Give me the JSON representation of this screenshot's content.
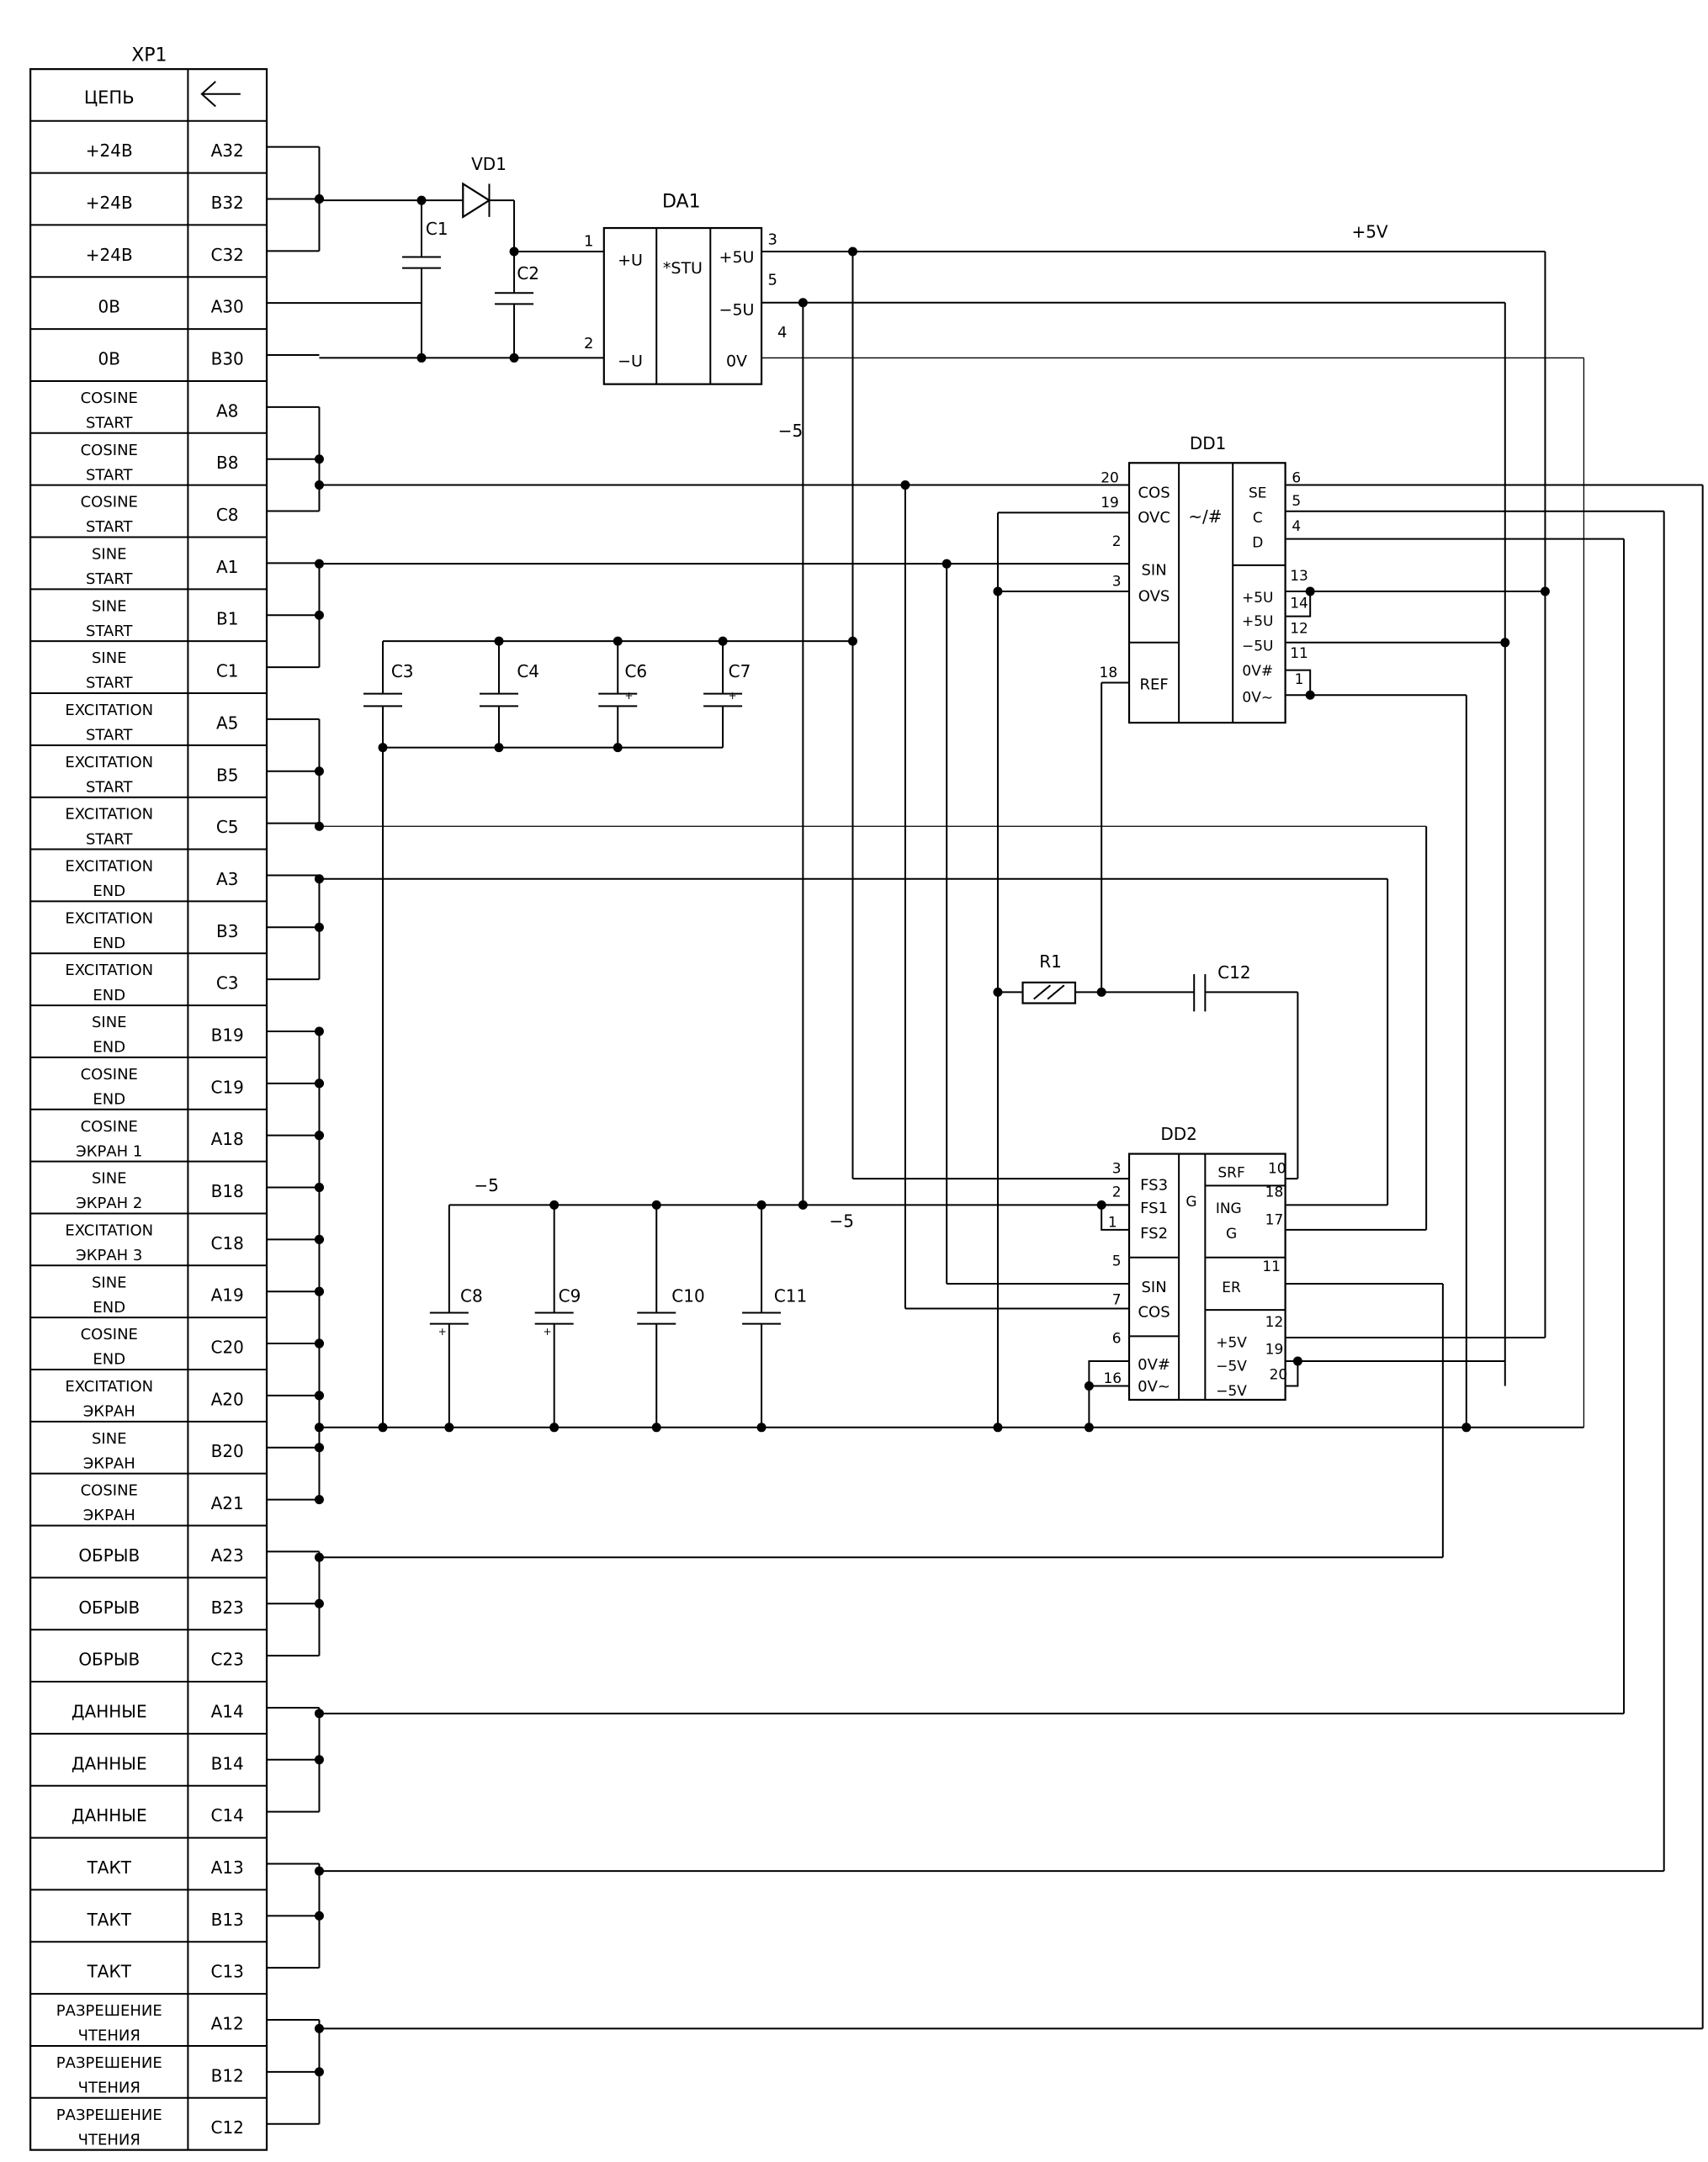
{
  "connector": {
    "name": "XP1",
    "header_circuit": "ЦЕПЬ",
    "rows": [
      [
        "+24В",
        "A32"
      ],
      [
        "+24В",
        "B32"
      ],
      [
        "+24В",
        "C32"
      ],
      [
        "0В",
        "A30"
      ],
      [
        "0В",
        "B30"
      ],
      [
        "COSINE|START",
        "A8"
      ],
      [
        "COSINE|START",
        "B8"
      ],
      [
        "COSINE|START",
        "C8"
      ],
      [
        "SINE|START",
        "A1"
      ],
      [
        "SINE|START",
        "B1"
      ],
      [
        "SINE|START",
        "C1"
      ],
      [
        "EXCITATION|START",
        "A5"
      ],
      [
        "EXCITATION|START",
        "B5"
      ],
      [
        "EXCITATION|START",
        "C5"
      ],
      [
        "EXCITATION|END",
        "A3"
      ],
      [
        "EXCITATION|END",
        "B3"
      ],
      [
        "EXCITATION|END",
        "C3"
      ],
      [
        "SINE|END",
        "B19"
      ],
      [
        "COSINE|END",
        "C19"
      ],
      [
        "COSINE|ЭКРАН 1",
        "A18"
      ],
      [
        "SINE|ЭКРАН 2",
        "B18"
      ],
      [
        "EXCITATION|ЭКРАН 3",
        "C18"
      ],
      [
        "SINE|END",
        "A19"
      ],
      [
        "COSINE|END",
        "C20"
      ],
      [
        "EXCITATION|ЭКРАН",
        "A20"
      ],
      [
        "SINE|ЭКРАН",
        "B20"
      ],
      [
        "COSINE|ЭКРАН",
        "A21"
      ],
      [
        "ОБРЫВ",
        "A23"
      ],
      [
        "ОБРЫВ",
        "B23"
      ],
      [
        "ОБРЫВ",
        "C23"
      ],
      [
        "ДАННЫЕ",
        "A14"
      ],
      [
        "ДАННЫЕ",
        "B14"
      ],
      [
        "ДАННЫЕ",
        "C14"
      ],
      [
        "ТАКТ",
        "A13"
      ],
      [
        "ТАКТ",
        "B13"
      ],
      [
        "ТАКТ",
        "C13"
      ],
      [
        "РАЗРЕШЕНИЕ|ЧТЕНИЯ",
        "A12"
      ],
      [
        "РАЗРЕШЕНИЕ|ЧТЕНИЯ",
        "B12"
      ],
      [
        "РАЗРЕШЕНИЕ|ЧТЕНИЯ",
        "C12"
      ]
    ]
  },
  "components": {
    "vd1": "VD1",
    "c1": "C1",
    "c2": "C2",
    "c3": "C3",
    "c4": "C4",
    "c6": "C6",
    "c7": "C7",
    "c8": "C8",
    "c9": "C9",
    "c10": "C10",
    "c11": "C11",
    "c12": "C12",
    "r1": "R1",
    "da1": {
      "ref": "DA1",
      "in_plus": "+U",
      "in_minus": "−U",
      "core": "*STU",
      "out_p5": "+5U",
      "out_m5": "−5U",
      "out_0": "0V",
      "pin1": "1",
      "pin2": "2",
      "pin3": "3",
      "pin5": "5",
      "pin4": "4"
    },
    "dd1": {
      "ref": "DD1",
      "core": "~/#",
      "left": [
        "COS",
        "OVC",
        "SIN",
        "OVS",
        "REF"
      ],
      "right": [
        "SE",
        "C",
        "D",
        "+5U",
        "+5U",
        "−5U",
        "0V#",
        "0V~"
      ],
      "pins": [
        "20",
        "19",
        "2",
        "3",
        "18",
        "6",
        "5",
        "4",
        "13",
        "14",
        "12",
        "11",
        "1"
      ]
    },
    "dd2": {
      "ref": "DD2",
      "core": "G",
      "left": [
        "FS3",
        "FS1",
        "FS2",
        "SIN",
        "COS",
        "0V#",
        "0V~"
      ],
      "right": [
        "SRF",
        "ING",
        "G",
        "ER",
        "+5V",
        "−5V",
        "−5V"
      ],
      "pins": [
        "3",
        "2",
        "1",
        "5",
        "7",
        "6",
        "16",
        "10",
        "18",
        "17",
        "11",
        "12",
        "19",
        "20"
      ]
    }
  },
  "net_labels": {
    "plus5": "+5V",
    "minus5_a": "−5",
    "minus5_b": "−5",
    "minus5_c": "−5"
  }
}
